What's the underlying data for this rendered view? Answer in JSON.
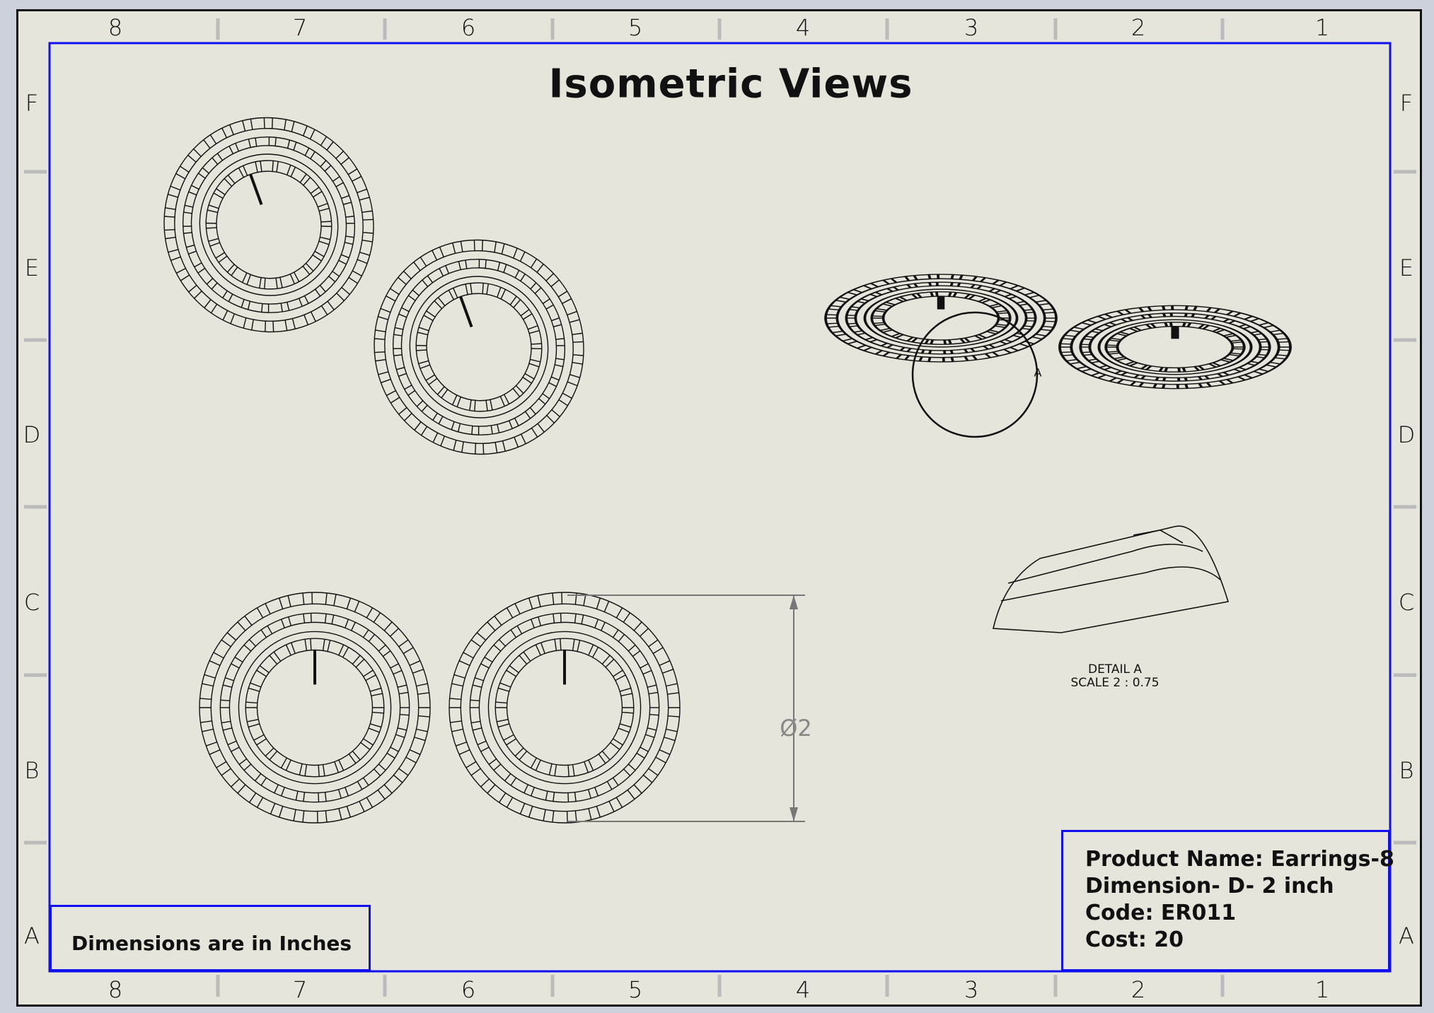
{
  "title": "Isometric Views",
  "columns": [
    "8",
    "7",
    "6",
    "5",
    "4",
    "3",
    "2",
    "1"
  ],
  "rows": [
    "F",
    "E",
    "D",
    "C",
    "B",
    "A"
  ],
  "dimension_label": "Ø2",
  "detail_marker": "A",
  "detail": {
    "name": "DETAIL A",
    "scale": "SCALE 2 : 0.75"
  },
  "title_block": {
    "product_name": "Product Name: Earrings-8",
    "dimension": "Dimension- D- 2 inch",
    "code": "Code: ER011",
    "cost": "Cost: 20"
  },
  "units_note": "Dimensions are in Inches",
  "colors": {
    "sheet": "#e6e5db",
    "border": "#1010ee",
    "line": "#111111",
    "dimension": "#777777"
  }
}
